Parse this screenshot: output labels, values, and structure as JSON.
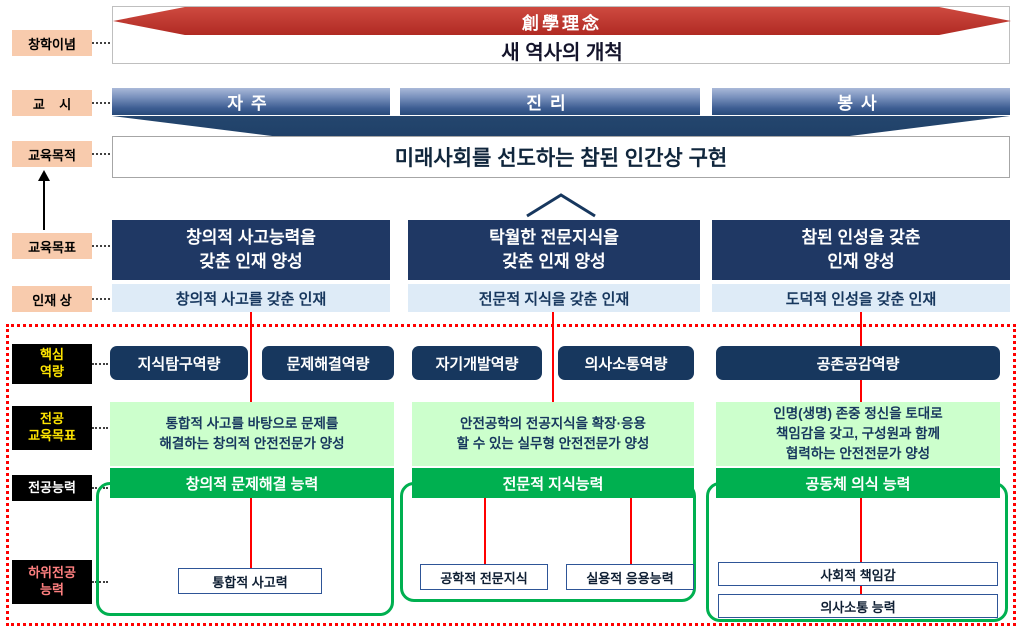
{
  "left_labels": {
    "founding": "창학이념",
    "motto": "교    시",
    "purpose": "교육목적",
    "goals": "교육목표",
    "talent": "인재 상",
    "core": "핵심\n역량",
    "major_goals": "전공\n교육목표",
    "major_ability": "전공능력",
    "sub_ability": "하위전공\n능력"
  },
  "top": {
    "hanja": "創學理念",
    "subtitle": "새 역사의 개척"
  },
  "motto": {
    "items": [
      "자주",
      "진리",
      "봉사"
    ]
  },
  "purpose": {
    "text": "미래사회를 선도하는 참된 인간상 구현"
  },
  "goals": {
    "items": [
      "창의적 사고능력을\n갖춘 인재 양성",
      "탁월한 전문지식을\n갖춘 인재 양성",
      "참된 인성을 갖춘\n인재 양성"
    ]
  },
  "talent": {
    "items": [
      "창의적 사고를 갖춘 인재",
      "전문적 지식을 갖춘 인재",
      "도덕적 인성을 갖춘 인재"
    ]
  },
  "core_competencies": {
    "items": [
      "지식탐구역량",
      "문제해결역량",
      "자기개발역량",
      "의사소통역량",
      "공존공감역량"
    ]
  },
  "major_goals": {
    "items": [
      "통합적 사고를 바탕으로 문제를\n해결하는 창의적 안전전문가 양성",
      "안전공학의 전공지식을 확장·응용\n할 수 있는 실무형 안전전문가 양성",
      "인명(생명) 존중 정신을 토대로\n책임감을 갖고, 구성원과 함께\n협력하는 안전전문가 양성"
    ]
  },
  "major_abilities": {
    "items": [
      "창의적 문제해결 능력",
      "전문적 지식능력",
      "공동체 의식 능력"
    ]
  },
  "sub_abilities": {
    "items": [
      "통합적 사고력",
      "공학적 전문지식",
      "실용적 응용능력",
      "사회적 책임감",
      "의사소통 능력"
    ]
  },
  "colors": {
    "ribbon_red": "#B02A23",
    "navy": "#1F3864",
    "steel_blue": "#3D5D92",
    "light_blue": "#DEEBF7",
    "light_green": "#CCFFCC",
    "green": "#00B050",
    "peach": "#F8CBAD",
    "dashed_red": "#FF0000",
    "label_yellow": "#FFE500"
  }
}
